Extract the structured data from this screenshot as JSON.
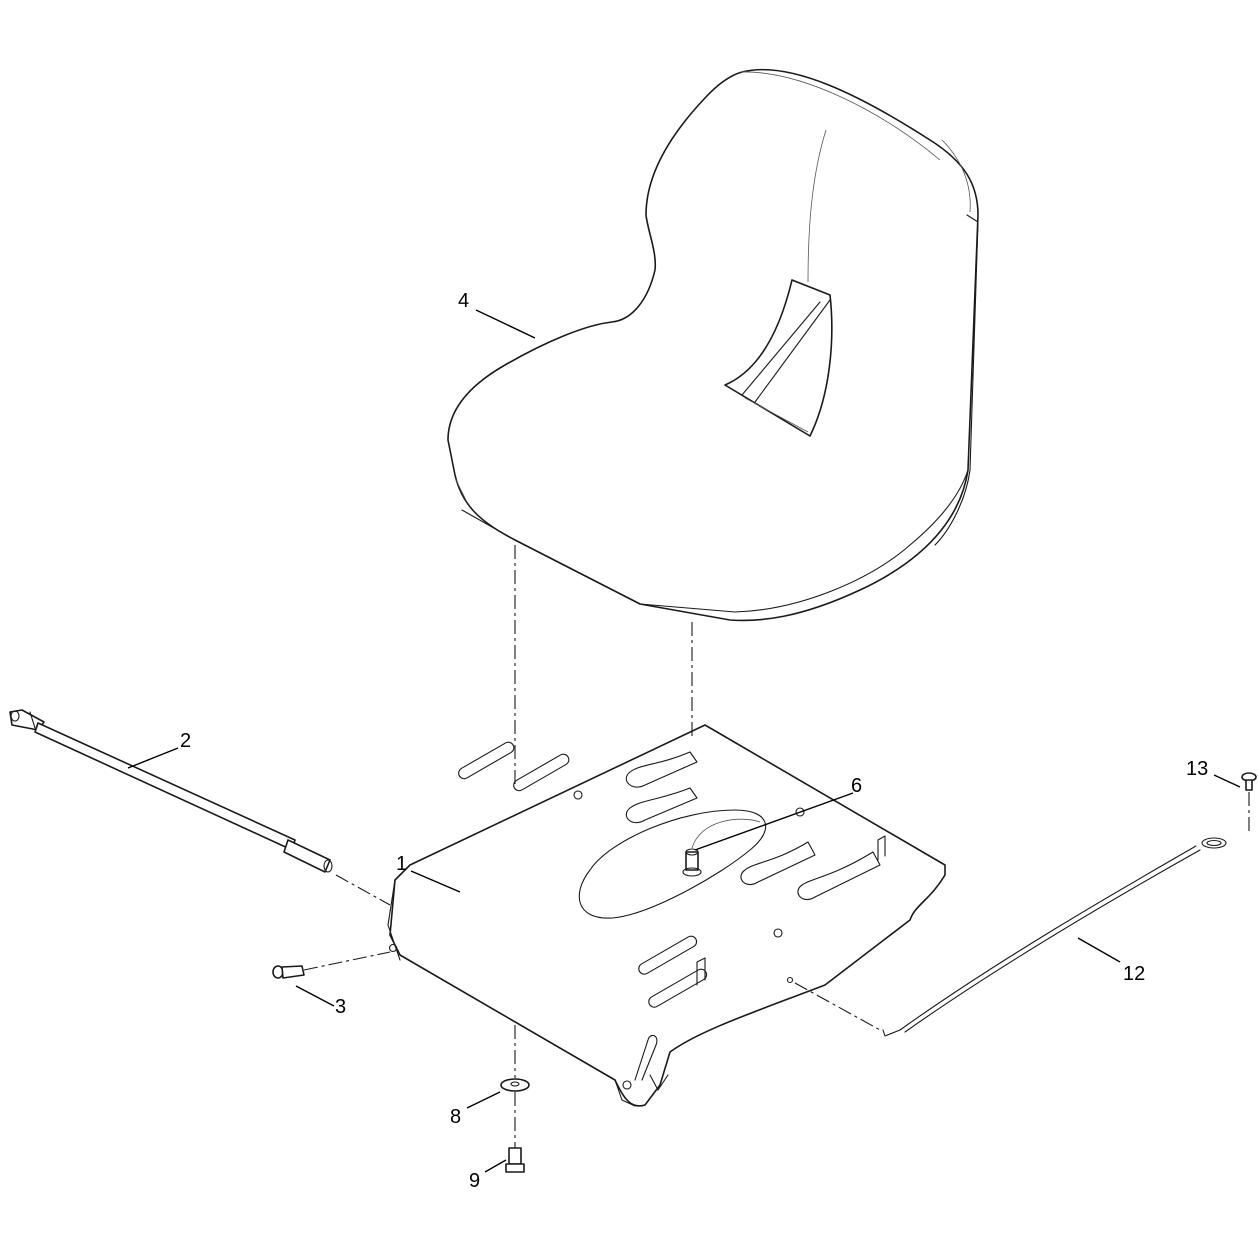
{
  "callouts": [
    {
      "id": "1",
      "label": "1"
    },
    {
      "id": "2",
      "label": "2"
    },
    {
      "id": "3",
      "label": "3"
    },
    {
      "id": "4",
      "label": "4"
    },
    {
      "id": "6",
      "label": "6"
    },
    {
      "id": "8",
      "label": "8"
    },
    {
      "id": "9",
      "label": "9"
    },
    {
      "id": "12",
      "label": "12"
    },
    {
      "id": "13",
      "label": "13"
    }
  ]
}
